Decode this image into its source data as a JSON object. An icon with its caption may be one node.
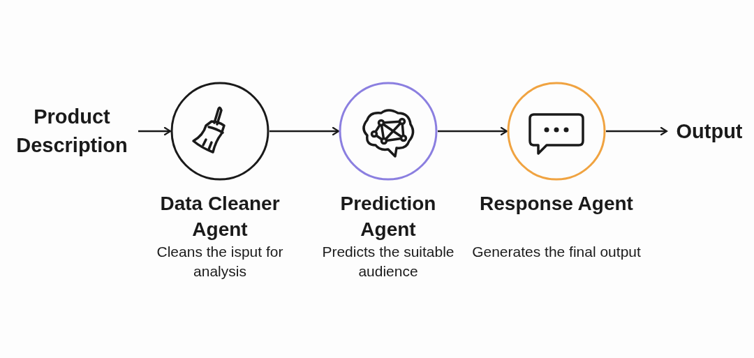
{
  "diagram": {
    "nodes": [
      {
        "text": [
          "Product Description"
        ]
      },
      {
        "text": [
          "Data Cleaner Agent",
          "Cleans the isput for analysis"
        ]
      },
      {
        "text": [
          "Prediction Agent",
          "Predicts the suitable audience"
        ]
      },
      {
        "text": [
          "Response Agent",
          "Generates the final output"
        ]
      },
      {
        "text": [
          "Output"
        ]
      }
    ],
    "edges": [
      {
        "from": 0,
        "to": 1,
        "arrow": "to"
      },
      {
        "from": 1,
        "to": 2,
        "arrow": "to"
      },
      {
        "from": 2,
        "to": 3,
        "arrow": "to"
      },
      {
        "from": 3,
        "to": 4,
        "arrow": "to"
      }
    ]
  }
}
